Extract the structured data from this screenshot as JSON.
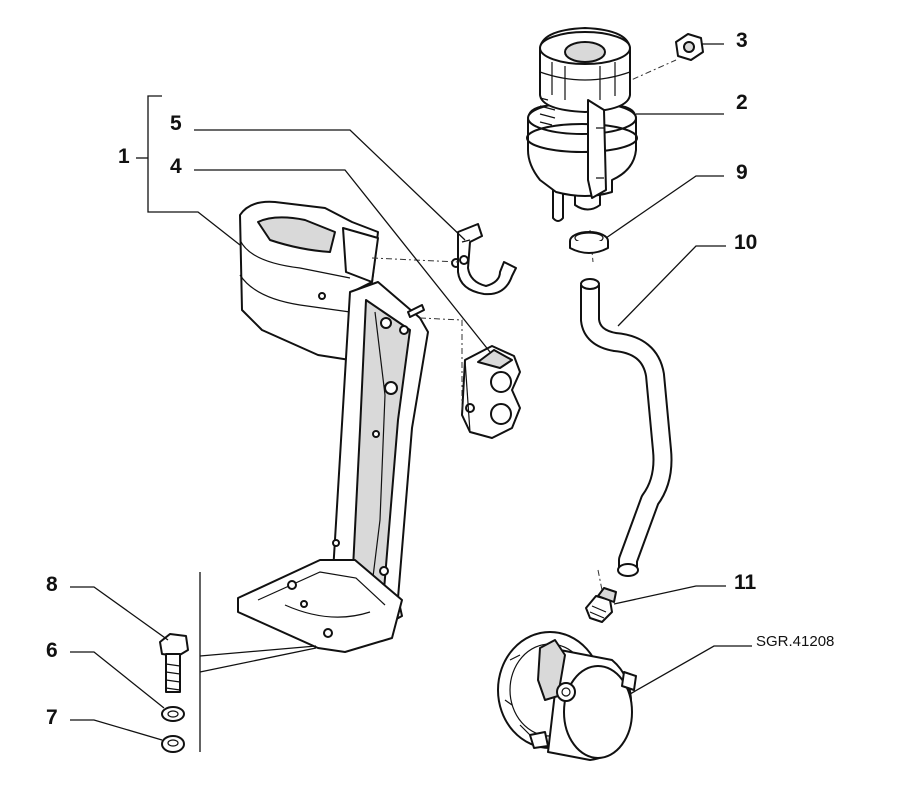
{
  "diagram": {
    "reference_code": "SGR.41208",
    "callouts": [
      {
        "id": "1",
        "label": "1",
        "part": "mounting bracket"
      },
      {
        "id": "2",
        "label": "2",
        "part": "fluid reservoir"
      },
      {
        "id": "3",
        "label": "3",
        "part": "nut"
      },
      {
        "id": "4",
        "label": "4",
        "part": "double clamp"
      },
      {
        "id": "5",
        "label": "5",
        "part": "bracket clip"
      },
      {
        "id": "6",
        "label": "6",
        "part": "spring washer"
      },
      {
        "id": "7",
        "label": "7",
        "part": "flat washer"
      },
      {
        "id": "8",
        "label": "8",
        "part": "bolt"
      },
      {
        "id": "9",
        "label": "9",
        "part": "hose clamp"
      },
      {
        "id": "10",
        "label": "10",
        "part": "hose"
      },
      {
        "id": "11",
        "label": "11",
        "part": "union fitting"
      }
    ]
  }
}
